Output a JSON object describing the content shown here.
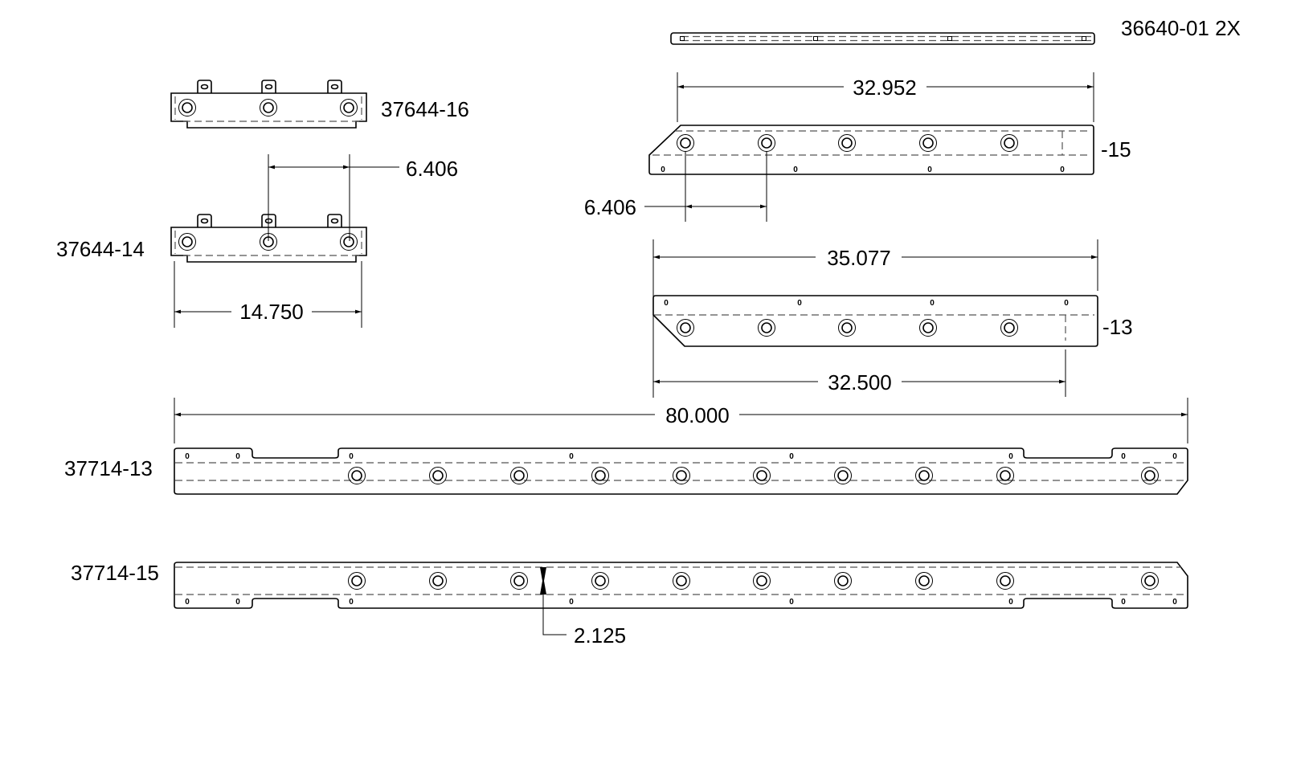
{
  "parts": {
    "strip": "36640-01  2X",
    "bracket_top": "37644-16",
    "bracket_bottom": "37644-14",
    "rail_15": "-15",
    "rail_13": "-13",
    "long_13": "37714-13",
    "long_15": "37714-15"
  },
  "dimensions": {
    "bracket_pitch": "6.406",
    "bracket_width": "14.750",
    "rail15_length": "32.952",
    "rail15_pitch": "6.406",
    "rail13_length": "35.077",
    "rail13_inner": "32.500",
    "overall": "80.000",
    "hole_row": "2.125"
  },
  "slot_mark": "0"
}
